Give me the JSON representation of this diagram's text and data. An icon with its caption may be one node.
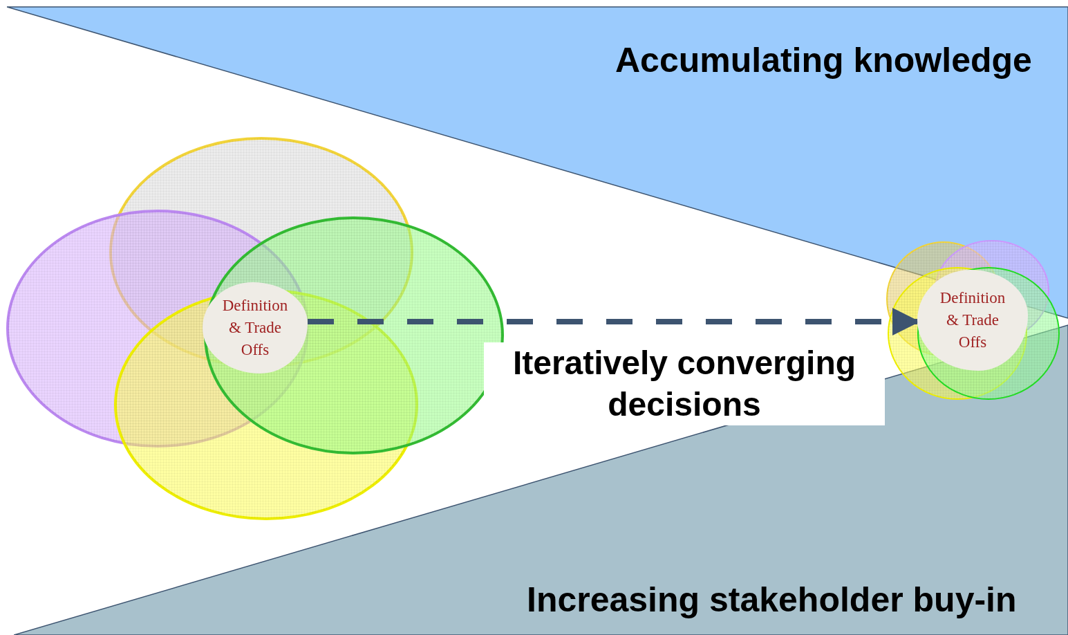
{
  "diagram": {
    "nodes": [
      {
        "text": [
          "Accumulating knowledge"
        ]
      },
      {
        "text": [
          "Increasing stakeholder buy-in"
        ]
      },
      {
        "text": [
          "Definition & Trade Offs"
        ]
      },
      {
        "text": [
          "Definition & Trade Offs"
        ]
      }
    ],
    "edges": [
      {
        "from": 2,
        "to": 3,
        "arrow": "to",
        "style": "dashed",
        "label": "Iteratively converging decisions"
      }
    ]
  }
}
